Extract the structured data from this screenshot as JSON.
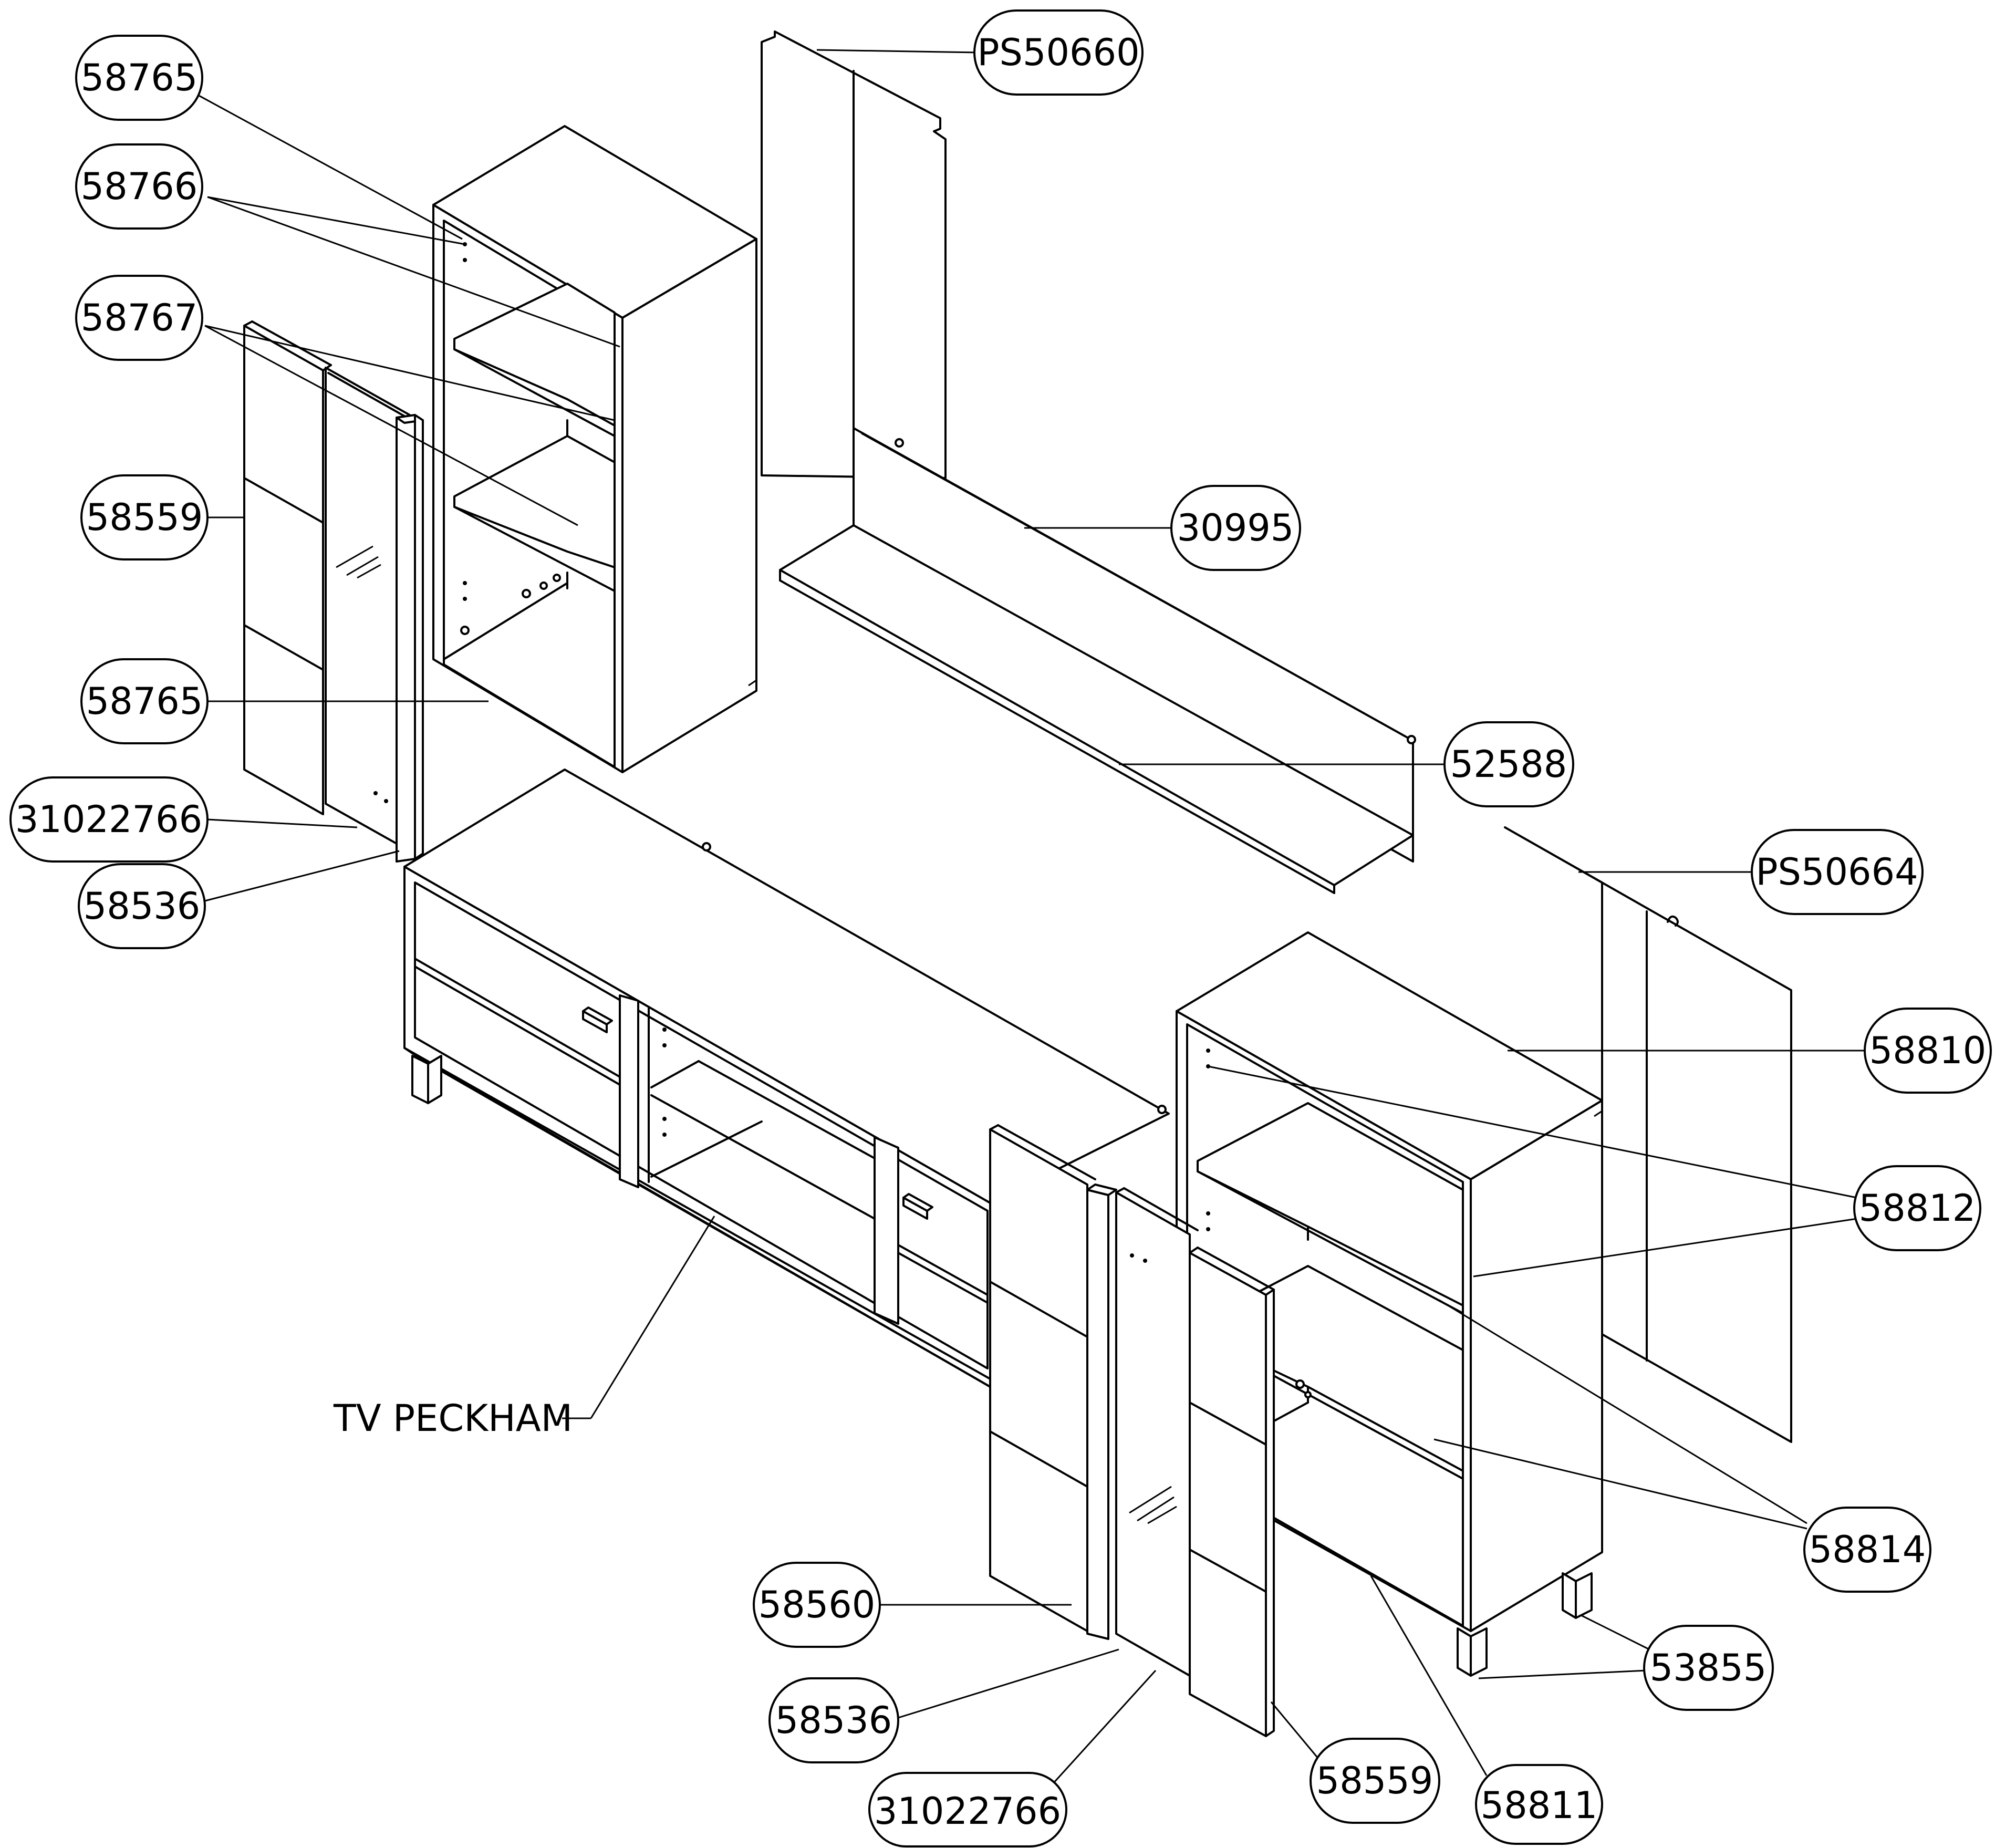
{
  "diagram": {
    "assembly_label": "TV PECKHAM",
    "parts": [
      {
        "id": "c01",
        "label": "58765"
      },
      {
        "id": "c02",
        "label": "58766"
      },
      {
        "id": "c03",
        "label": "58767"
      },
      {
        "id": "c04",
        "label": "58559"
      },
      {
        "id": "c05",
        "label": "58765"
      },
      {
        "id": "c06",
        "label": "31022766"
      },
      {
        "id": "c07",
        "label": "58536"
      },
      {
        "id": "c08",
        "label": "PS50660"
      },
      {
        "id": "c09",
        "label": "30995"
      },
      {
        "id": "c10",
        "label": "52588"
      },
      {
        "id": "c11",
        "label": "PS50664"
      },
      {
        "id": "c12",
        "label": "58810"
      },
      {
        "id": "c13",
        "label": "58812"
      },
      {
        "id": "c14",
        "label": "58814"
      },
      {
        "id": "c15",
        "label": "53855"
      },
      {
        "id": "c16",
        "label": "58560"
      },
      {
        "id": "c17",
        "label": "58536"
      },
      {
        "id": "c18",
        "label": "31022766"
      },
      {
        "id": "c19",
        "label": "58559"
      },
      {
        "id": "c20",
        "label": "58811"
      }
    ]
  }
}
